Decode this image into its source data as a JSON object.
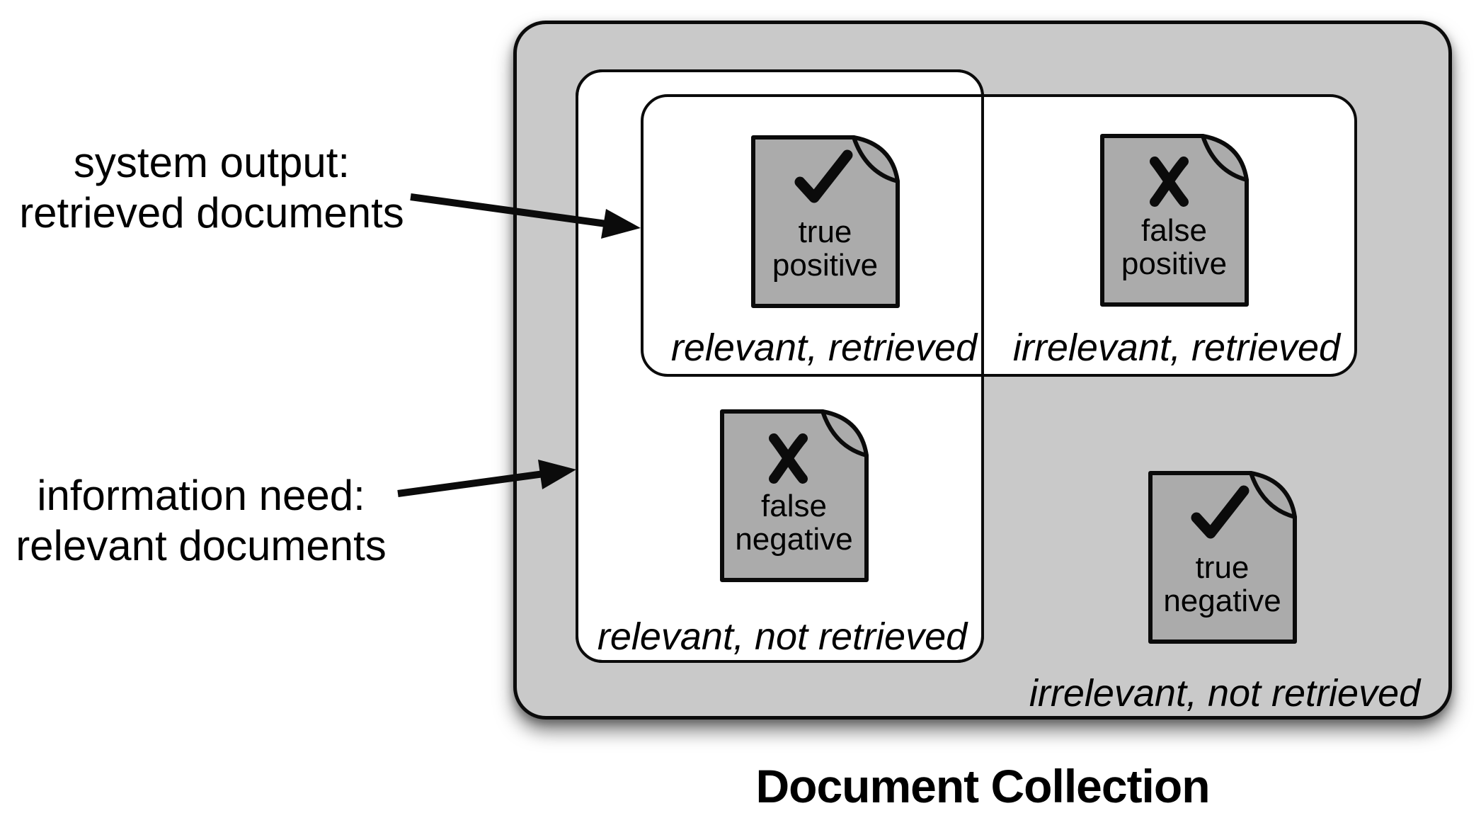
{
  "colors": {
    "collection_fill": "#c9c9c9",
    "doc_fill": "#ababab",
    "region_fill": "#ffffff",
    "line_color": "#0b0b0b",
    "text_color": "#000000"
  },
  "annotations": {
    "system_output": {
      "line1": "system output:",
      "line2": "retrieved documents"
    },
    "information_need": {
      "line1": "information need:",
      "line2": "relevant documents"
    }
  },
  "collection": {
    "title": "Document Collection"
  },
  "quadrants": {
    "relevant_retrieved": "relevant, retrieved",
    "irrelevant_retrieved": "irrelevant, retrieved",
    "relevant_not_retrieved": "relevant, not retrieved",
    "irrelevant_not_retrieved": "irrelevant, not retrieved"
  },
  "documents": [
    {
      "id": "true-positive",
      "mark": "check",
      "line1": "true",
      "line2": "positive"
    },
    {
      "id": "false-positive",
      "mark": "cross",
      "line1": "false",
      "line2": "positive"
    },
    {
      "id": "false-negative",
      "mark": "cross",
      "line1": "false",
      "line2": "negative"
    },
    {
      "id": "true-negative",
      "mark": "check",
      "line1": "true",
      "line2": "negative"
    }
  ]
}
